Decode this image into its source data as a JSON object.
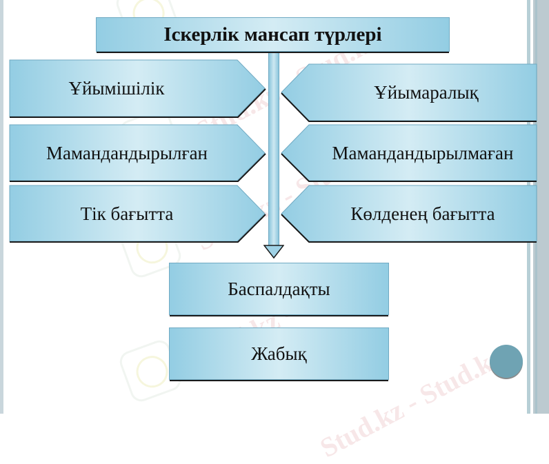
{
  "title": "Іскерлік мансап түрлері",
  "left_items": [
    {
      "label": "Ұйымішілік"
    },
    {
      "label": "Мамандандырылған"
    },
    {
      "label": "Тік бағытта"
    }
  ],
  "right_items": [
    {
      "label": "Ұйымаралық"
    },
    {
      "label": "Мамандандырылмаған"
    },
    {
      "label": "Көлденең бағытта"
    }
  ],
  "bottom_items": [
    {
      "label": "Баспалдақты"
    },
    {
      "label": "Жабық"
    }
  ],
  "watermark_text": "Stud.kz - Stud.kz",
  "colors": {
    "box_edge": "#93cde3",
    "box_center": "#d4ecf4",
    "border": "#6fa9c2",
    "dot": "#6fa3b3",
    "rail": "#bccad0"
  }
}
